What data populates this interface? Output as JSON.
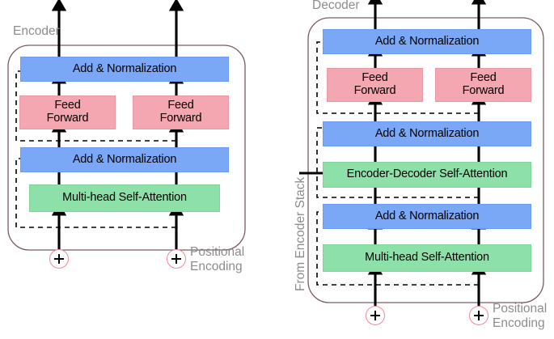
{
  "diagram": {
    "title": "Transformer Encoder-Decoder Architecture",
    "colors": {
      "norm_block": "#7aa8f7",
      "feedforward_block": "#f4a7b0",
      "attention_block": "#8ee0a9",
      "container_border": "#7a5a63",
      "label_text": "#8c8c8c",
      "plus_circle": "#ef8a96",
      "arrow": "#000000"
    },
    "labels": {
      "encoder": "Encoder",
      "decoder": "Decoder",
      "from_encoder_stack": "From Encoder Stack",
      "positional_encoding": "Positional\nEncoding"
    },
    "encoder": {
      "blocks": [
        {
          "id": "enc-norm-top",
          "text": "Add & Normalization",
          "type": "norm"
        },
        {
          "id": "enc-ff-left",
          "text": "Feed\nForward",
          "type": "feedforward"
        },
        {
          "id": "enc-ff-right",
          "text": "Feed\nForward",
          "type": "feedforward"
        },
        {
          "id": "enc-norm-bottom",
          "text": "Add & Normalization",
          "type": "norm"
        },
        {
          "id": "enc-attn",
          "text": "Multi-head Self-Attention",
          "type": "attention"
        }
      ],
      "plus_nodes": [
        "+",
        "+"
      ]
    },
    "decoder": {
      "blocks": [
        {
          "id": "dec-norm-top",
          "text": "Add & Normalization",
          "type": "norm"
        },
        {
          "id": "dec-ff-left",
          "text": "Feed\nForward",
          "type": "feedforward"
        },
        {
          "id": "dec-ff-right",
          "text": "Feed\nForward",
          "type": "feedforward"
        },
        {
          "id": "dec-norm-mid",
          "text": "Add & Normalization",
          "type": "norm"
        },
        {
          "id": "dec-encdec-attn",
          "text": "Encoder-Decoder Self-Attention",
          "type": "attention"
        },
        {
          "id": "dec-norm-bottom",
          "text": "Add & Normalization",
          "type": "norm"
        },
        {
          "id": "dec-attn",
          "text": "Multi-head Self-Attention",
          "type": "attention"
        }
      ],
      "plus_nodes": [
        "+",
        "+"
      ]
    }
  }
}
